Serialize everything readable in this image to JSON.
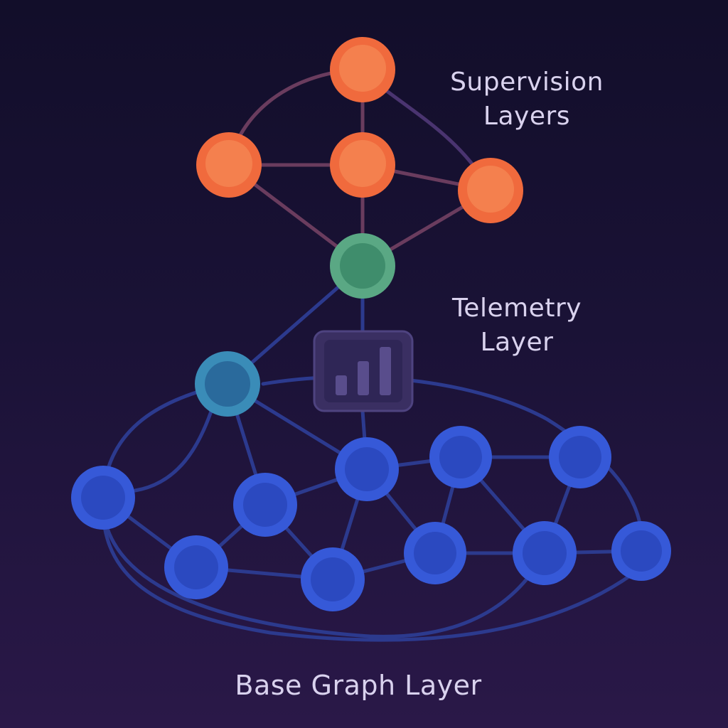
{
  "labels": {
    "supervision": "Supervision\nLayers",
    "telemetry": "Telemetry\nLayer",
    "base": "Base Graph Layer"
  },
  "colors": {
    "supervision_node": "#f47a44",
    "telemetry_node": "#4a9a78",
    "bridge_node": "#2f78ab",
    "base_node": "#2f4fcf",
    "supervision_edge": "#6a3c5e",
    "base_edge": "#2c3a8e",
    "monitor_box": "#3a2f62",
    "label_text": "#d9d2ee"
  },
  "icons": [
    "bar-chart-icon"
  ]
}
